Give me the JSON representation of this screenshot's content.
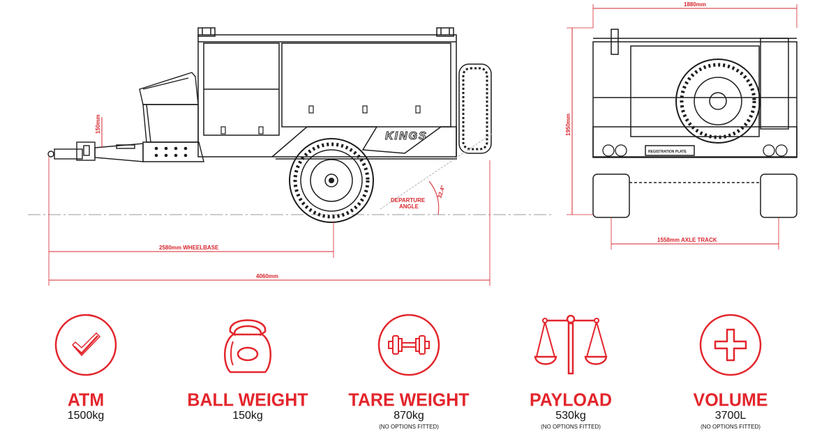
{
  "dimensions": {
    "side_height": "150mm",
    "wheelbase": "2580mm WHEELBASE",
    "overall_length": "4060mm",
    "departure_angle_value": "32.4°",
    "departure_angle_label_1": "DEPARTURE",
    "departure_angle_label_2": "ANGLE",
    "overall_width": "1880mm",
    "overall_height": "1950mm",
    "axle_track": "1558mm AXLE TRACK",
    "brand_logo": "KINGS",
    "registration_plate": "REGISTRATION PLATE"
  },
  "specs": [
    {
      "label": "ATM",
      "value": "1500kg",
      "note": "",
      "icon": "check-circle-icon"
    },
    {
      "label": "BALL WEIGHT",
      "value": "150kg",
      "note": "",
      "icon": "kettlebell-icon"
    },
    {
      "label": "TARE WEIGHT",
      "value": "870kg",
      "note": "(NO OPTIONS FITTED)",
      "icon": "dumbbell-circle-icon"
    },
    {
      "label": "PAYLOAD",
      "value": "530kg",
      "note": "(NO OPTIONS FITTED)",
      "icon": "scales-icon"
    },
    {
      "label": "VOLUME",
      "value": "3700L",
      "note": "(NO OPTIONS FITTED)",
      "icon": "plus-circle-icon"
    }
  ],
  "colors": {
    "accent": "#e3252c",
    "line": "#1d1d1d"
  }
}
